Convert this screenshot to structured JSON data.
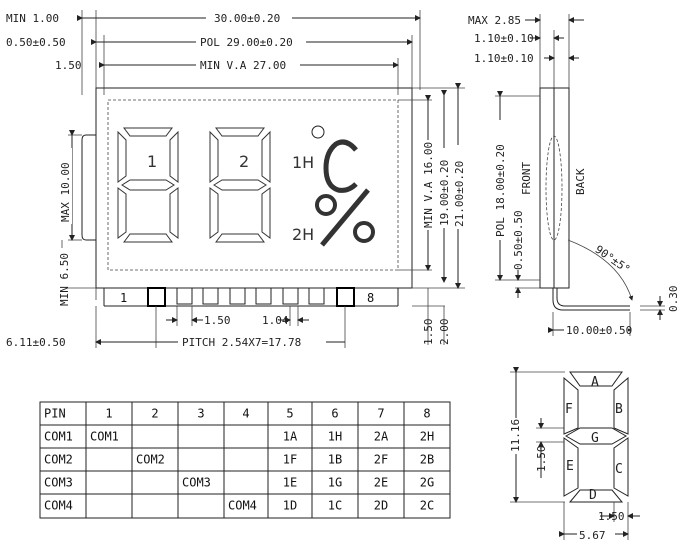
{
  "dimensions": {
    "min_1": "MIN 1.00",
    "overall_width": "30.00±0.20",
    "pol_offset": "0.50±0.50",
    "pol_width": "POL 29.00±0.20",
    "va_offset": "1.50",
    "va_width": "MIN V.A 27.00",
    "max_10": "MAX 10.00",
    "min_6_5": "MIN 6.50",
    "pin_offset": "6.11±0.50",
    "pitch_1_5": "1.50",
    "pitch_1_04": "1.04",
    "pitch_total": "PITCH 2.54X7=17.78",
    "va_height": "MIN V.A 16.00",
    "pol_height": "19.00±0.20",
    "overall_height": "21.00±0.20",
    "bottom_1_5": "1.50",
    "bottom_2": "2.00"
  },
  "side_view": {
    "max_thick": "MAX 2.85",
    "glass1": "1.10±0.10",
    "glass2": "1.10±0.10",
    "pol_h": "POL 18.00±0.20",
    "pol_off": "0.50±0.50",
    "front": "FRONT",
    "back": "BACK",
    "angle": "90°±5°",
    "pin_thick": "0.30",
    "pin_len": "10.00±0.50"
  },
  "display": {
    "digit1": "1",
    "digit2": "2",
    "h1": "1H",
    "h2": "2H",
    "celsius": "°C",
    "percent": "%",
    "pin_first": "1",
    "pin_last": "8"
  },
  "segment_diagram": {
    "labels": [
      "A",
      "B",
      "C",
      "D",
      "E",
      "F",
      "G"
    ],
    "height": "11.16",
    "stroke1": "1.50",
    "stroke2": "1.50",
    "width": "5.67"
  },
  "pin_table": {
    "header": [
      "PIN",
      "1",
      "2",
      "3",
      "4",
      "5",
      "6",
      "7",
      "8"
    ],
    "rows": [
      [
        "COM1",
        "COM1",
        "",
        "",
        "",
        "1A",
        "1H",
        "2A",
        "2H"
      ],
      [
        "COM2",
        "",
        "COM2",
        "",
        "",
        "1F",
        "1B",
        "2F",
        "2B"
      ],
      [
        "COM3",
        "",
        "",
        "COM3",
        "",
        "1E",
        "1G",
        "2E",
        "2G"
      ],
      [
        "COM4",
        "",
        "",
        "",
        "COM4",
        "1D",
        "1C",
        "2D",
        "2C"
      ]
    ]
  }
}
